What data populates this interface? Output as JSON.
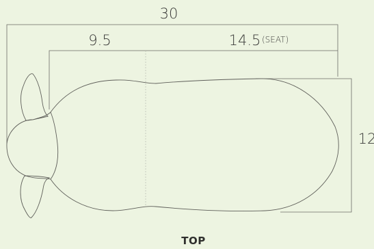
{
  "dimensions": {
    "overall_length": "30",
    "head_length": "9.5",
    "seat_length": "14.5",
    "seat_label": "(SEAT)",
    "width": "12"
  },
  "caption": "TOP",
  "colors": {
    "background": "#edf4e1",
    "outline": "#5e5e59",
    "text": "#3a3a38"
  }
}
